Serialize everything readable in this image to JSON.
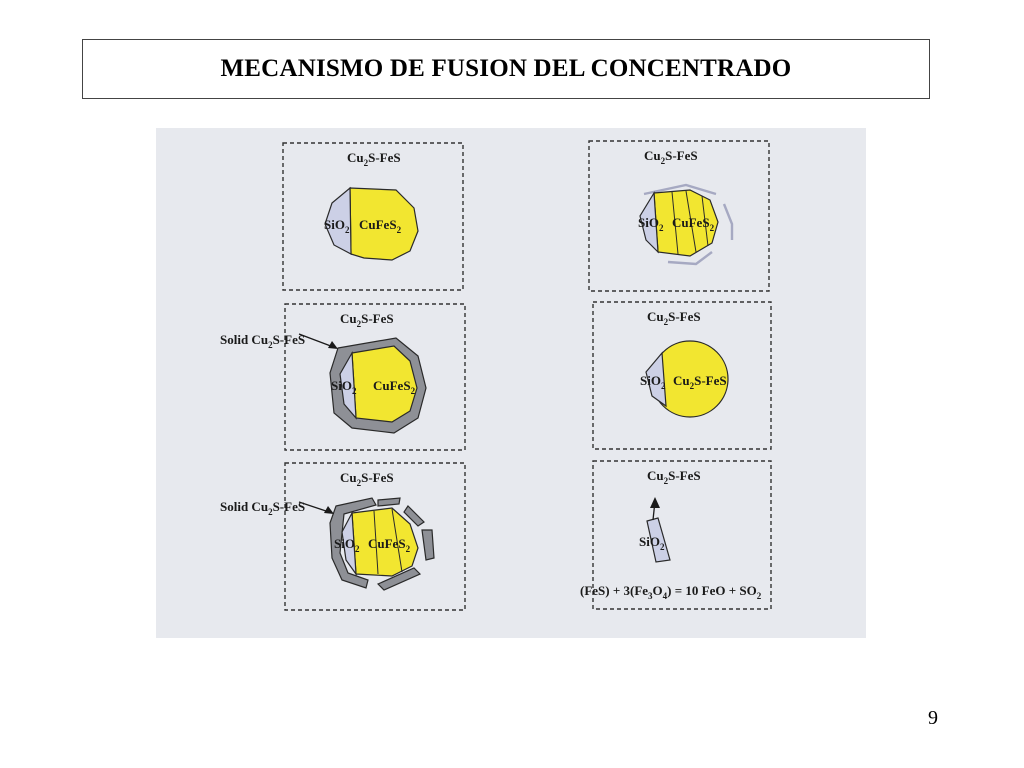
{
  "title": "MECANISMO DE FUSION DEL CONCENTRADO",
  "page_number": "9",
  "colors": {
    "figure_bg": "#e7e9ee",
    "particle_yellow": "#f2e630",
    "silica": "#ccd0e6",
    "shell_gray": "#8e9096",
    "outline": "#2a2a2a"
  },
  "labels": {
    "matte_prefix": "Cu",
    "matte_sub": "2",
    "matte_suffix": "S-FeS",
    "solid_matte_prefix": "Solid Cu",
    "silica_prefix": "SiO",
    "silica_sub": "2",
    "chalcopyrite_prefix": "CuFeS",
    "chalcopyrite_sub": "2",
    "matte_inner": "Cu2S-FeS",
    "reaction": {
      "p1": "(FeS) + 3(Fe",
      "s1": "3",
      "p2": "O",
      "s2": "4",
      "p3": ") = 10 FeO + SO",
      "s3": "2"
    }
  }
}
